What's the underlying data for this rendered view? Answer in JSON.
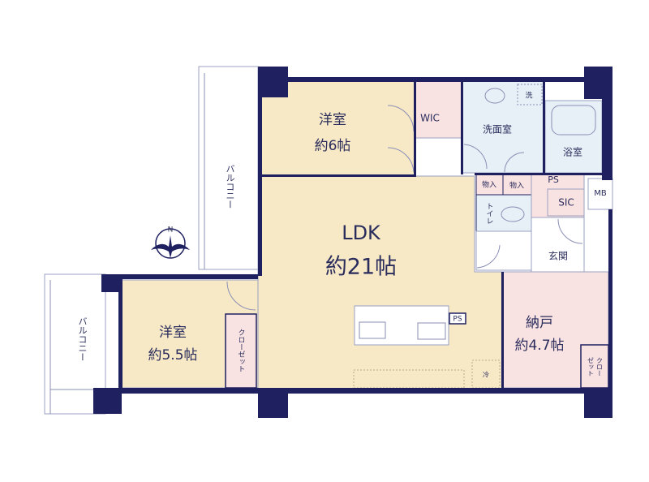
{
  "colors": {
    "wall": "#1e2060",
    "room_main": "#f7e8c6",
    "room_storage": "#f9e2e2",
    "room_water": "#e6f0f6",
    "text": "#2a2d5c"
  },
  "compass": {
    "north_label": "N"
  },
  "balconies": {
    "top": "バルコニー",
    "left": "バルコニー"
  },
  "rooms": {
    "western_room_1": {
      "name": "洋室",
      "size": "約6帖"
    },
    "ldk": {
      "name": "LDK",
      "size": "約21帖"
    },
    "western_room_2": {
      "name": "洋室",
      "size": "約5.5帖"
    },
    "storage_room": {
      "name": "納戸",
      "size": "約4.7帖"
    },
    "wic": "WIC",
    "washroom": "洗面室",
    "washer": "洗",
    "bathroom": "浴室",
    "storage_1": "物入",
    "storage_2": "物入",
    "toilet": "トイレ",
    "ps_upper": "PS",
    "sic": "SIC",
    "mb": "MB",
    "entrance": "玄関",
    "closet_left": "クローゼット",
    "closet_right_1": "クロー",
    "closet_right_2": "ゼット",
    "kitchen_ps": "PS",
    "fridge": "冷"
  }
}
